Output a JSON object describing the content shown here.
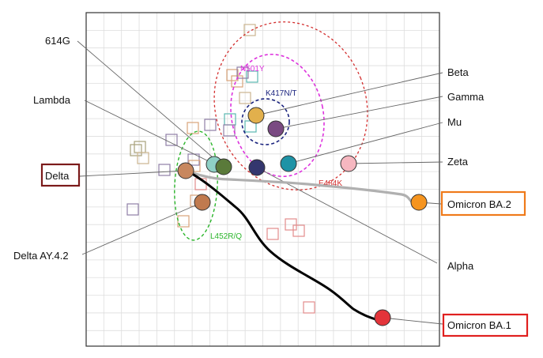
{
  "colors": {
    "grid": "#dddddd",
    "frame": "#333333",
    "leader": "#666666",
    "path_black": "#000000",
    "path_gray": "#b0b0b0",
    "n501y": "#dd33dd",
    "k417nt": "#1a237e",
    "e484k": "#d32f2f",
    "l452rq": "#2bb52b",
    "box_delta": "#7b1a1a",
    "box_ba2": "#ef7a1a",
    "box_ba1": "#e0201f"
  },
  "labels": {
    "g614": "614G",
    "lambda": "Lambda",
    "delta": "Delta",
    "delta_ay42": "Delta AY.4.2",
    "beta": "Beta",
    "gamma": "Gamma",
    "mu": "Mu",
    "zeta": "Zeta",
    "alpha": "Alpha",
    "omicron_ba2": "Omicron BA.2",
    "omicron_ba1": "Omicron BA.1"
  },
  "mutations": {
    "n501y": "N501Y",
    "k417nt": "K417N/T",
    "e484k": "E484K",
    "l452rq": "L452R/Q"
  },
  "variants": [
    {
      "name": "Delta",
      "color": "#c8875e"
    },
    {
      "name": "Delta AY.4.2",
      "color": "#c07a4e"
    },
    {
      "name": "Lambda",
      "color": "#8fd0c5"
    },
    {
      "name": "614G",
      "color": "#5a7a3a"
    },
    {
      "name": "Alpha",
      "color": "#34366e"
    },
    {
      "name": "Beta",
      "color": "#e2b04c"
    },
    {
      "name": "Gamma",
      "color": "#7a4a82"
    },
    {
      "name": "Mu",
      "color": "#1e93a6"
    },
    {
      "name": "Zeta",
      "color": "#f6b7c0"
    },
    {
      "name": "Omicron BA.2",
      "color": "#f5941f"
    },
    {
      "name": "Omicron BA.1",
      "color": "#e3343a"
    }
  ],
  "sera_colors": [
    "#cbb58f",
    "#8f7ea6",
    "#5bb8b0",
    "#e38b8b",
    "#d9a37a",
    "#a7a07a"
  ]
}
